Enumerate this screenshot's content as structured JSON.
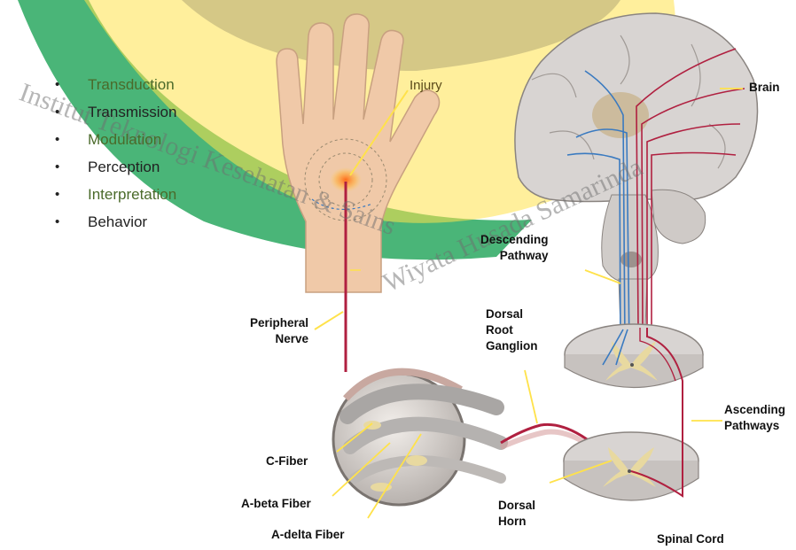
{
  "bullets": [
    "Transduction",
    "Transmission",
    "Modulation",
    "Perception",
    "Interpretation",
    "Behavior"
  ],
  "bullet_colors": [
    "#4a6a2a",
    "#222222",
    "#4a6a2a",
    "#222222",
    "#4a6a2a",
    "#222222"
  ],
  "labels": {
    "injury": "Injury",
    "brain": "Brain",
    "descending": "Descending\nPathway",
    "peripheral": "Peripheral\nNerve",
    "drg": "Dorsal\nRoot\nGanglion",
    "ascending": "Ascending\nPathways",
    "cfiber": "C-Fiber",
    "abeta": "A-beta Fiber",
    "adelta": "A-delta Fiber",
    "horn": "Dorsal\nHorn",
    "cord": "Spinal Cord"
  },
  "watermark": {
    "left": "Institut Teknologi Kesehatan & Sains",
    "right": "Wiyata Husada Samarinda"
  },
  "colors": {
    "band_blue": "#5560a8",
    "band_green": "#2aa860",
    "band_yellow": "#ffe24a",
    "nerve_red": "#b02040",
    "descend_blue": "#3a7ac0",
    "tissue": "#d8d4d2",
    "gray_matter": "#e8d9a0"
  }
}
